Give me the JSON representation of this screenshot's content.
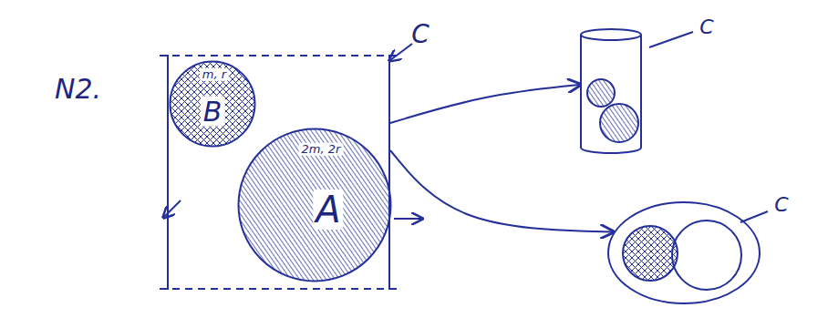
{
  "diagram": {
    "nodes": [
      {
        "text": [
          "C"
        ]
      },
      {
        "text": [
          "m, r",
          "B"
        ],
        "in": 0
      },
      {
        "text": [
          "2m, 2r",
          "A"
        ],
        "in": 0
      },
      {
        "text": [
          "C"
        ]
      },
      {
        "text": [
          "C"
        ]
      }
    ],
    "edges": [
      {
        "from": 0,
        "to": 3,
        "arrow": "to"
      },
      {
        "from": 0,
        "to": 4,
        "arrow": "to"
      }
    ],
    "labels": [
      "N2."
    ]
  }
}
